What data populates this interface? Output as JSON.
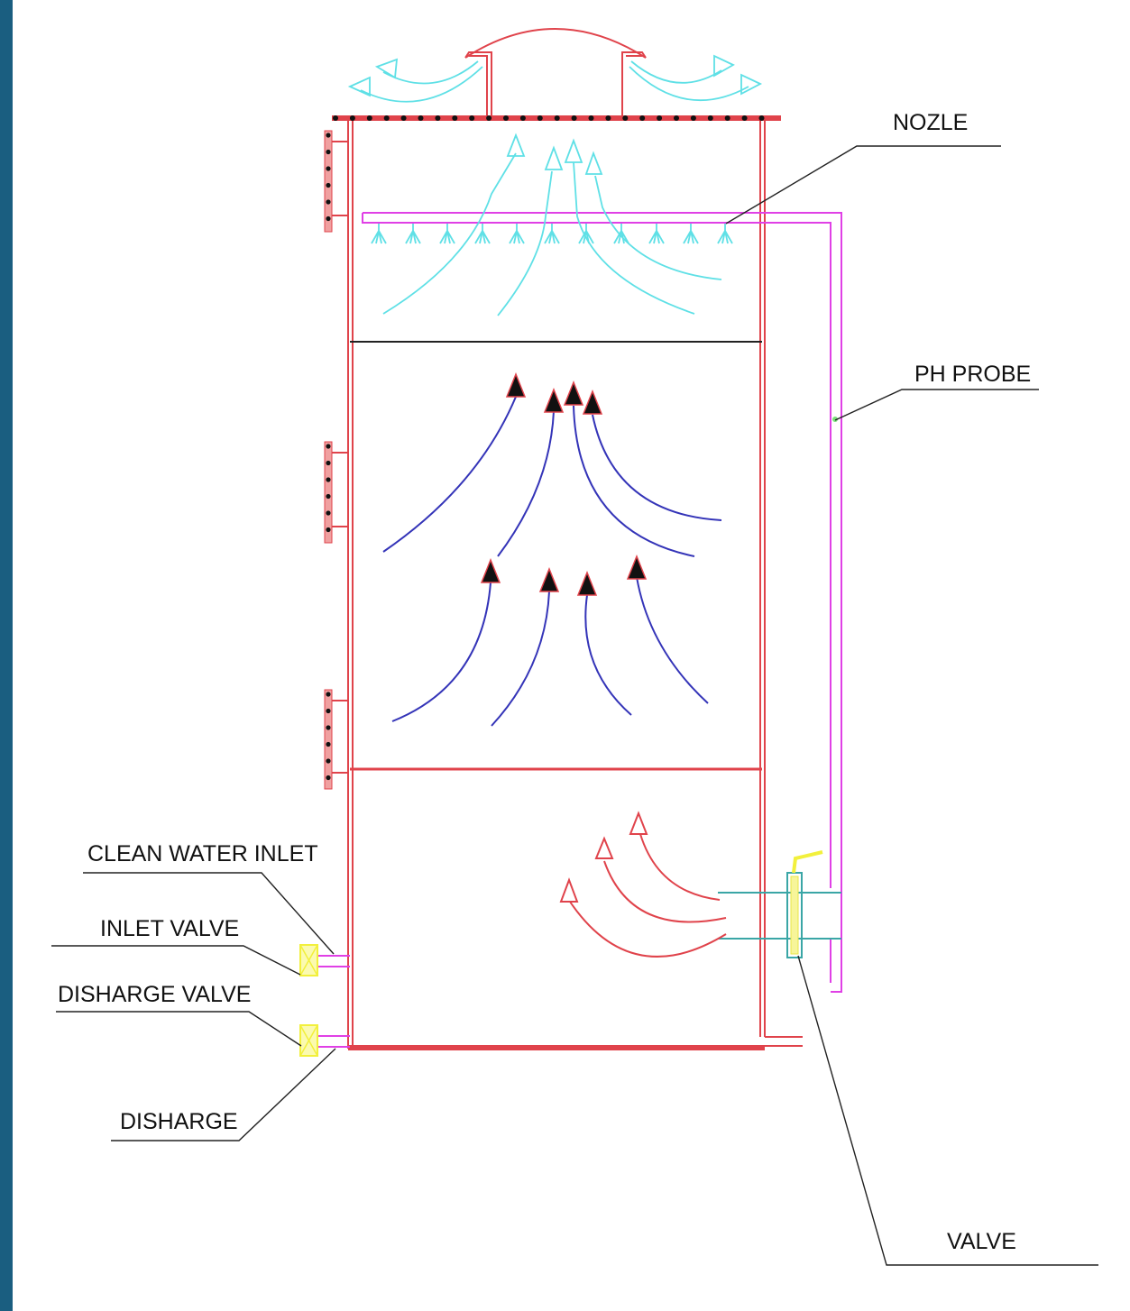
{
  "diagram": {
    "title": "Wet scrubber tower schematic",
    "labels": {
      "nozzle": "NOZLE",
      "ph_probe": "PH PROBE",
      "clean_water_inlet": "CLEAN WATER INLET",
      "inlet_valve": "INLET VALVE",
      "discharge_valve": "DISHARGE VALVE",
      "discharge": "DISHARGE",
      "valve": "VALVE"
    },
    "colors": {
      "frame": "#e0434b",
      "water_spray": "#5fe0e6",
      "gas_flow": "#3434b8",
      "pipe": "#e040e6",
      "valve": "#f2f03c",
      "accent_strip": "#1a5e80"
    }
  }
}
